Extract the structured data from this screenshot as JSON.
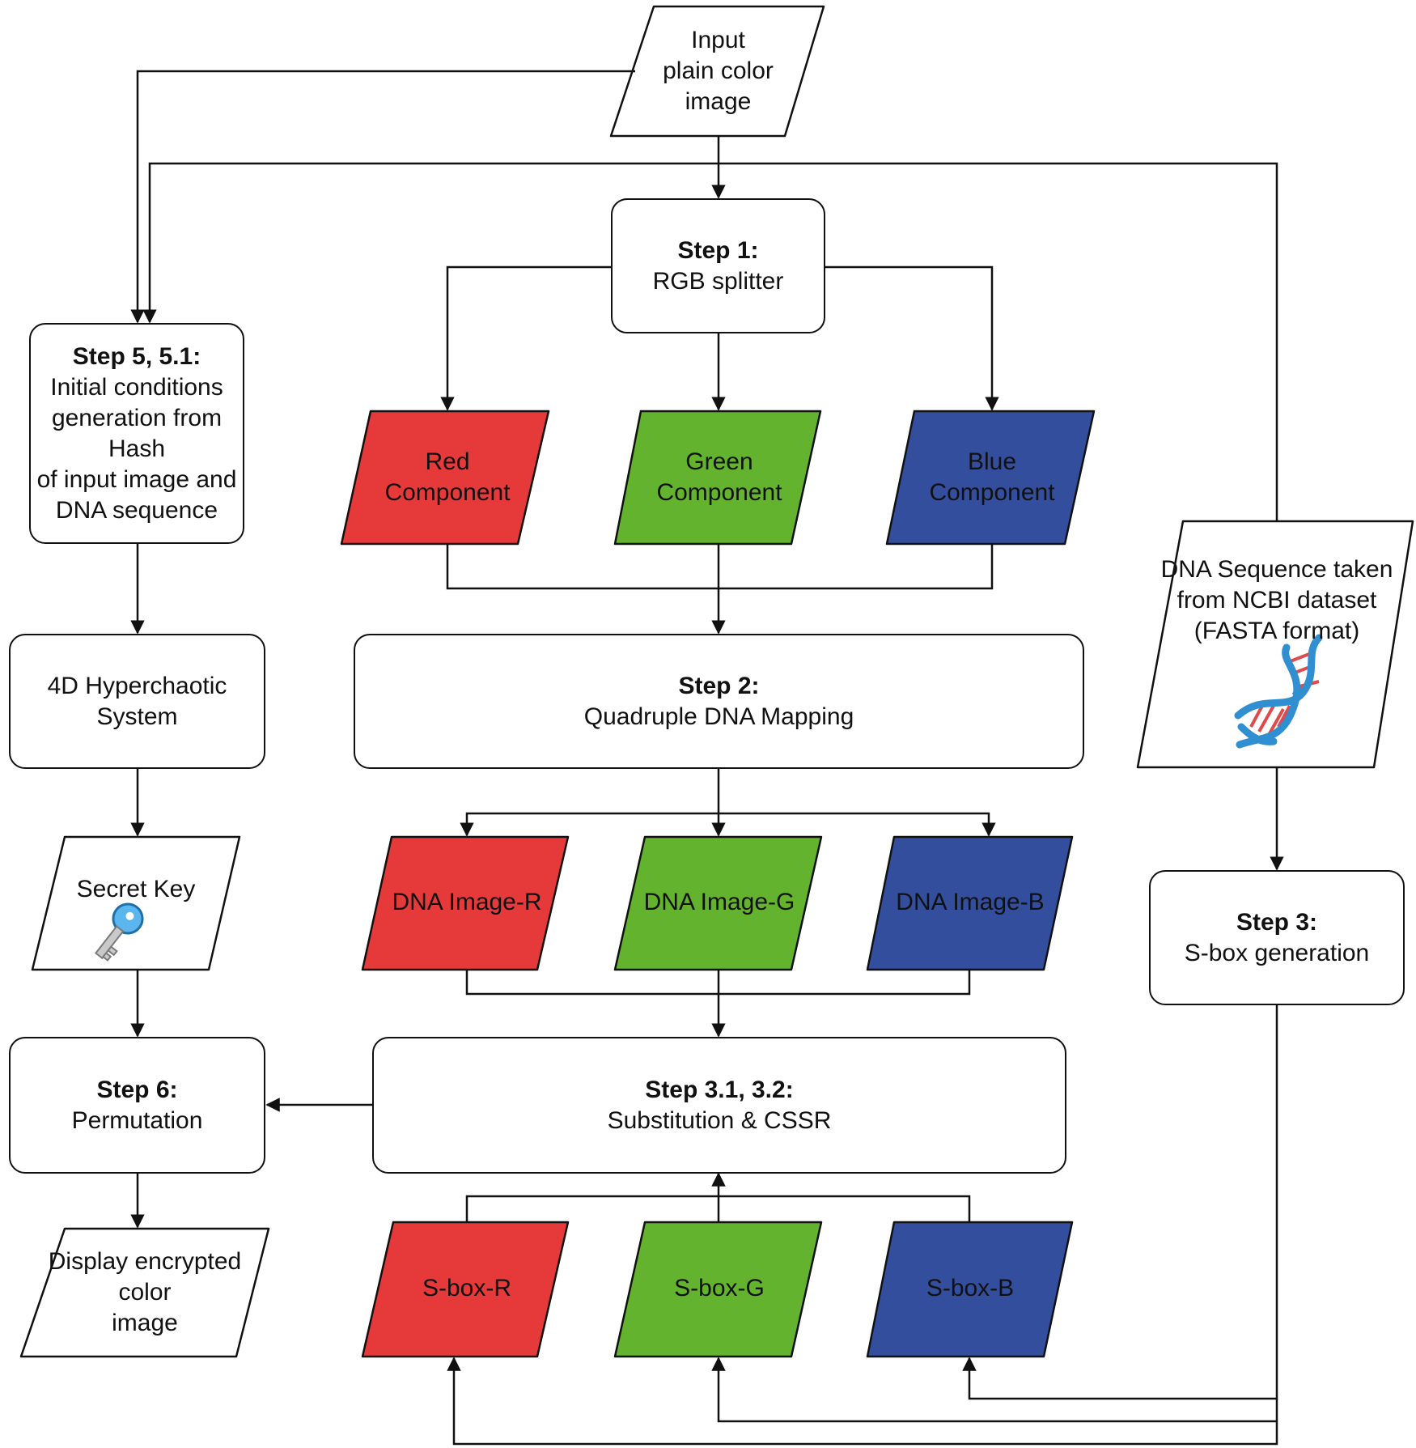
{
  "input": {
    "lines": [
      "Input",
      "plain color",
      "image"
    ]
  },
  "step1": {
    "title": "Step 1:",
    "text": "RGB splitter"
  },
  "components": {
    "red": [
      "Red",
      "Component"
    ],
    "green": [
      "Green",
      "Component"
    ],
    "blue": [
      "Blue",
      "Component"
    ]
  },
  "step2": {
    "title": "Step 2:",
    "text": "Quadruple DNA Mapping"
  },
  "dna_images": {
    "r": "DNA Image-R",
    "g": "DNA Image-G",
    "b": "DNA Image-B"
  },
  "step31": {
    "title": "Step 3.1, 3.2:",
    "text": "Substitution & CSSR"
  },
  "sboxes": {
    "r": "S-box-R",
    "g": "S-box-G",
    "b": "S-box-B"
  },
  "step5": {
    "title": "Step 5, 5.1:",
    "lines": [
      "Initial conditions",
      "generation from Hash",
      "of input image  and",
      "DNA sequence"
    ]
  },
  "hyper": {
    "text": "4D Hyperchaotic System"
  },
  "secret": {
    "text": "Secret Key"
  },
  "step6": {
    "title": "Step 6:",
    "text": "Permutation"
  },
  "display": {
    "lines": [
      "Display encrypted",
      "color",
      "image"
    ]
  },
  "dna_seq": {
    "lines": [
      "DNA Sequence taken",
      "from NCBI dataset",
      "(FASTA format)"
    ]
  },
  "step3": {
    "title": "Step 3:",
    "text": "S-box generation"
  },
  "colors": {
    "red": "#e63a3a",
    "green": "#63b32e",
    "blue": "#344e9e",
    "stroke": "#111111"
  },
  "icons": {
    "key": "key-icon",
    "dna": "dna-helix-icon"
  }
}
